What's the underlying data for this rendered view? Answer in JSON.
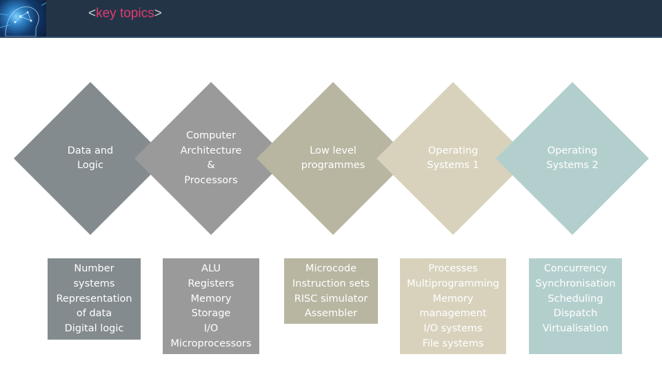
{
  "header": {
    "title_open": "<",
    "title_keyword": "key topics",
    "title_close": ">"
  },
  "topics": [
    {
      "title": "Data and\nLogic",
      "details": "Number\nsystems\nRepresentation\nof data\nDigital logic",
      "color": "#838b8e"
    },
    {
      "title": "Computer\nArchitecture\n&\nProcessors",
      "details": "ALU\nRegisters\nMemory\nStorage\nI/O\nMicroprocessors",
      "color": "#9a9a9a"
    },
    {
      "title": "Low level\nprogrammes",
      "details": "Microcode\nInstruction sets\nRISC simulator\nAssembler",
      "color": "#b8b5a1"
    },
    {
      "title": "Operating\nSystems 1",
      "details": "Processes\nMultiprogramming\nMemory\nmanagement\nI/O systems\nFile systems",
      "color": "#d8d2bd"
    },
    {
      "title": "Operating\nSystems 2",
      "details": "Concurrency\nSynchronisation\nScheduling\nDispatch\nVirtualisation",
      "color": "#b3cfcd"
    }
  ],
  "icons": {
    "logo": "ai-head-logo-icon"
  }
}
